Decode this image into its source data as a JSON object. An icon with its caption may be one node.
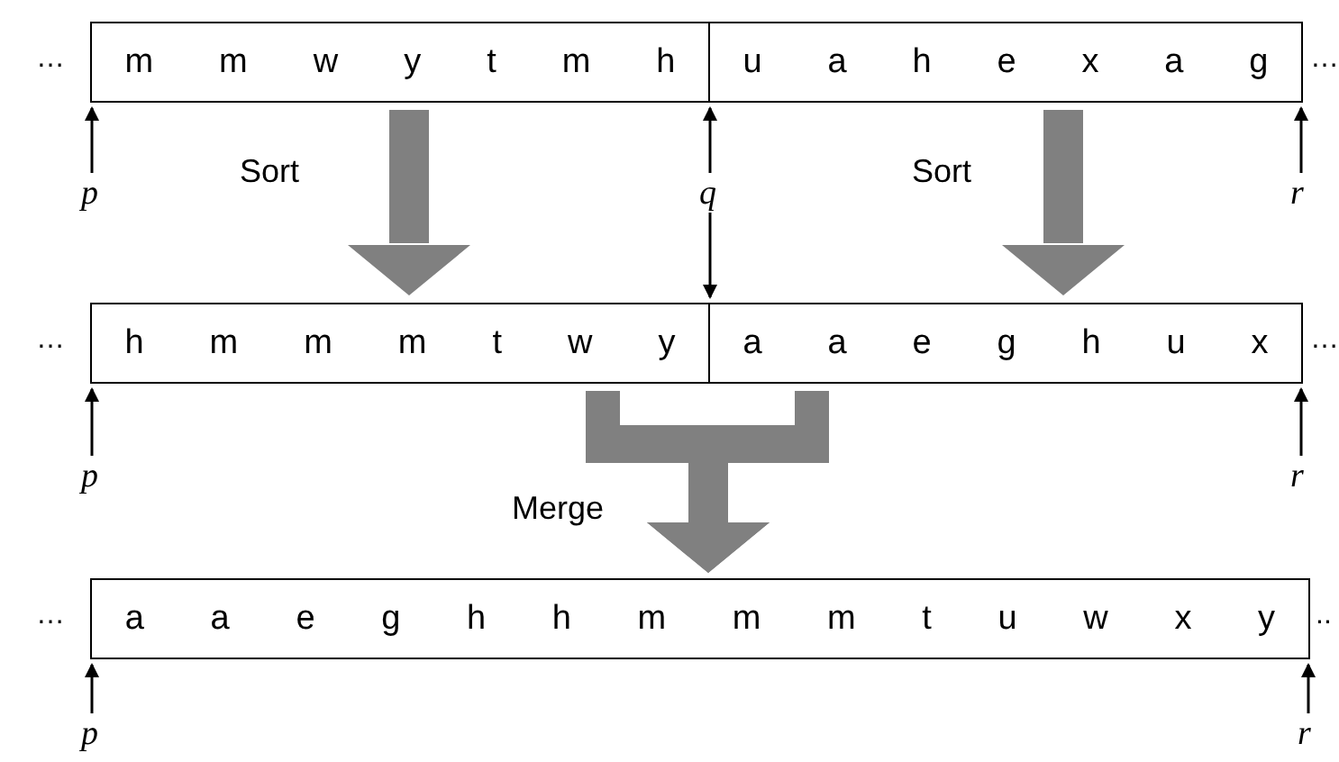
{
  "diagram": {
    "nodes": [
      {
        "text": [
          "m",
          "m",
          "w",
          "y",
          "t",
          "m",
          "h"
        ]
      },
      {
        "text": [
          "u",
          "a",
          "h",
          "e",
          "x",
          "a",
          "g"
        ]
      },
      {
        "text": [
          "h",
          "m",
          "m",
          "m",
          "t",
          "w",
          "y"
        ]
      },
      {
        "text": [
          "a",
          "a",
          "e",
          "g",
          "h",
          "u",
          "x"
        ]
      },
      {
        "text": [
          "a",
          "a",
          "e",
          "g",
          "h",
          "h",
          "m",
          "m",
          "m",
          "t",
          "u",
          "w",
          "x",
          "y"
        ]
      },
      {
        "text": [
          "p"
        ]
      },
      {
        "text": [
          "q"
        ]
      },
      {
        "text": [
          "r"
        ]
      },
      {
        "text": [
          "p"
        ]
      },
      {
        "text": [
          "r"
        ]
      },
      {
        "text": [
          "p"
        ]
      },
      {
        "text": [
          "r"
        ]
      }
    ],
    "edges": [
      {
        "from": 0,
        "to": 2,
        "arrow": "to",
        "style": "thick",
        "color": "#808080",
        "label": "Sort"
      },
      {
        "from": 1,
        "to": 3,
        "arrow": "to",
        "style": "thick",
        "color": "#808080",
        "label": "Sort"
      },
      {
        "from": 2,
        "to": 4,
        "arrow": "to",
        "style": "thick",
        "color": "#808080",
        "label": "Merge"
      },
      {
        "from": 3,
        "to": 4,
        "arrow": "to",
        "style": "thick",
        "color": "#808080"
      },
      {
        "from": 5,
        "to": 0,
        "arrow": "to"
      },
      {
        "from": 6,
        "to": 1,
        "arrow": "to"
      },
      {
        "from": 7,
        "to": 1,
        "arrow": "to"
      },
      {
        "from": 6,
        "to": 3,
        "arrow": "to"
      },
      {
        "from": 8,
        "to": 2,
        "arrow": "to"
      },
      {
        "from": 9,
        "to": 3,
        "arrow": "to"
      },
      {
        "from": 10,
        "to": 4,
        "arrow": "to"
      },
      {
        "from": 11,
        "to": 4,
        "arrow": "to"
      }
    ],
    "labels": [
      "…",
      "…",
      "…",
      "…",
      "…",
      ".."
    ]
  }
}
